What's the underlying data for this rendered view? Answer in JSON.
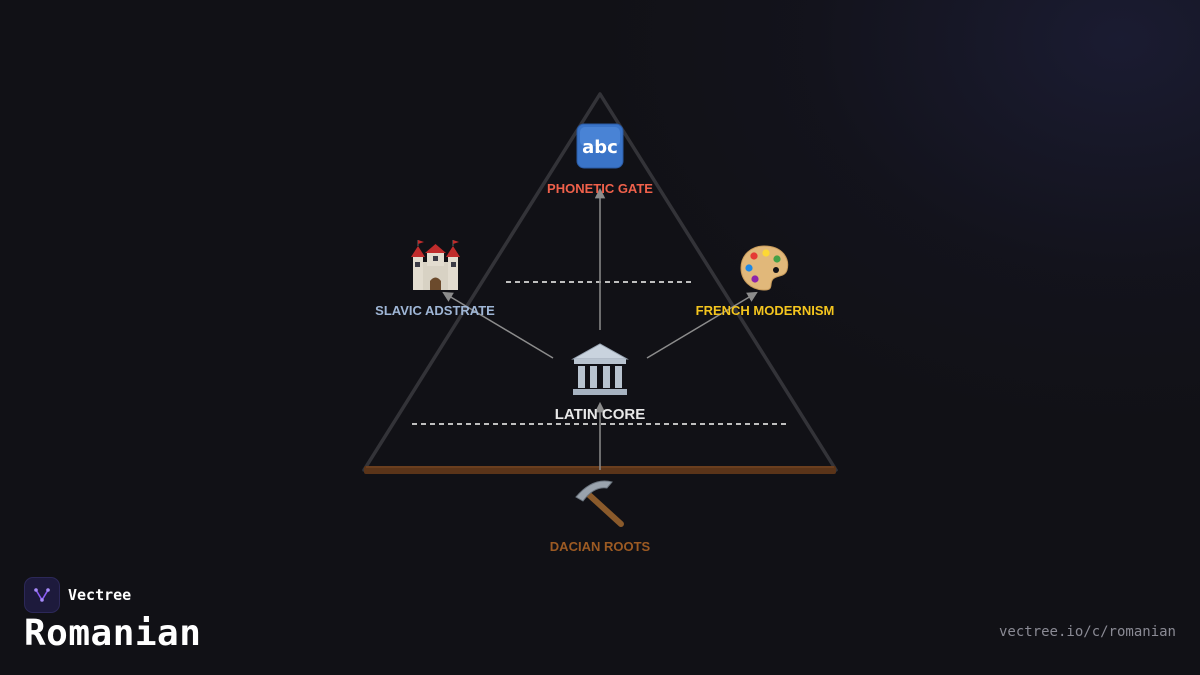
{
  "brand": {
    "name": "Vectree",
    "logo_icon": "vectree-logo-icon",
    "accent": "#8b5cf6"
  },
  "page": {
    "title": "Romanian",
    "url": "vectree.io/c/romanian"
  },
  "diagram": {
    "nodes": [
      {
        "id": "phonetic-gate",
        "label": "PHONETIC GATE",
        "icon": "abc-icon",
        "color": "#f0614b"
      },
      {
        "id": "slavic-adstrate",
        "label": "SLAVIC ADSTRATE",
        "icon": "castle-icon",
        "color": "#9fb6d6"
      },
      {
        "id": "french-modernism",
        "label": "FRENCH MODERNISM",
        "icon": "palette-icon",
        "color": "#f4c51e"
      },
      {
        "id": "latin-core",
        "label": "LATIN CORE",
        "icon": "classical-building-icon",
        "color": "#e8e8e8"
      },
      {
        "id": "dacian-roots",
        "label": "DACIAN ROOTS",
        "icon": "pickaxe-icon",
        "color": "#9c5a23"
      }
    ],
    "edges": [
      {
        "from": "dacian-roots",
        "to": "latin-core"
      },
      {
        "from": "latin-core",
        "to": "phonetic-gate"
      },
      {
        "from": "latin-core",
        "to": "slavic-adstrate"
      },
      {
        "from": "latin-core",
        "to": "french-modernism"
      }
    ]
  }
}
